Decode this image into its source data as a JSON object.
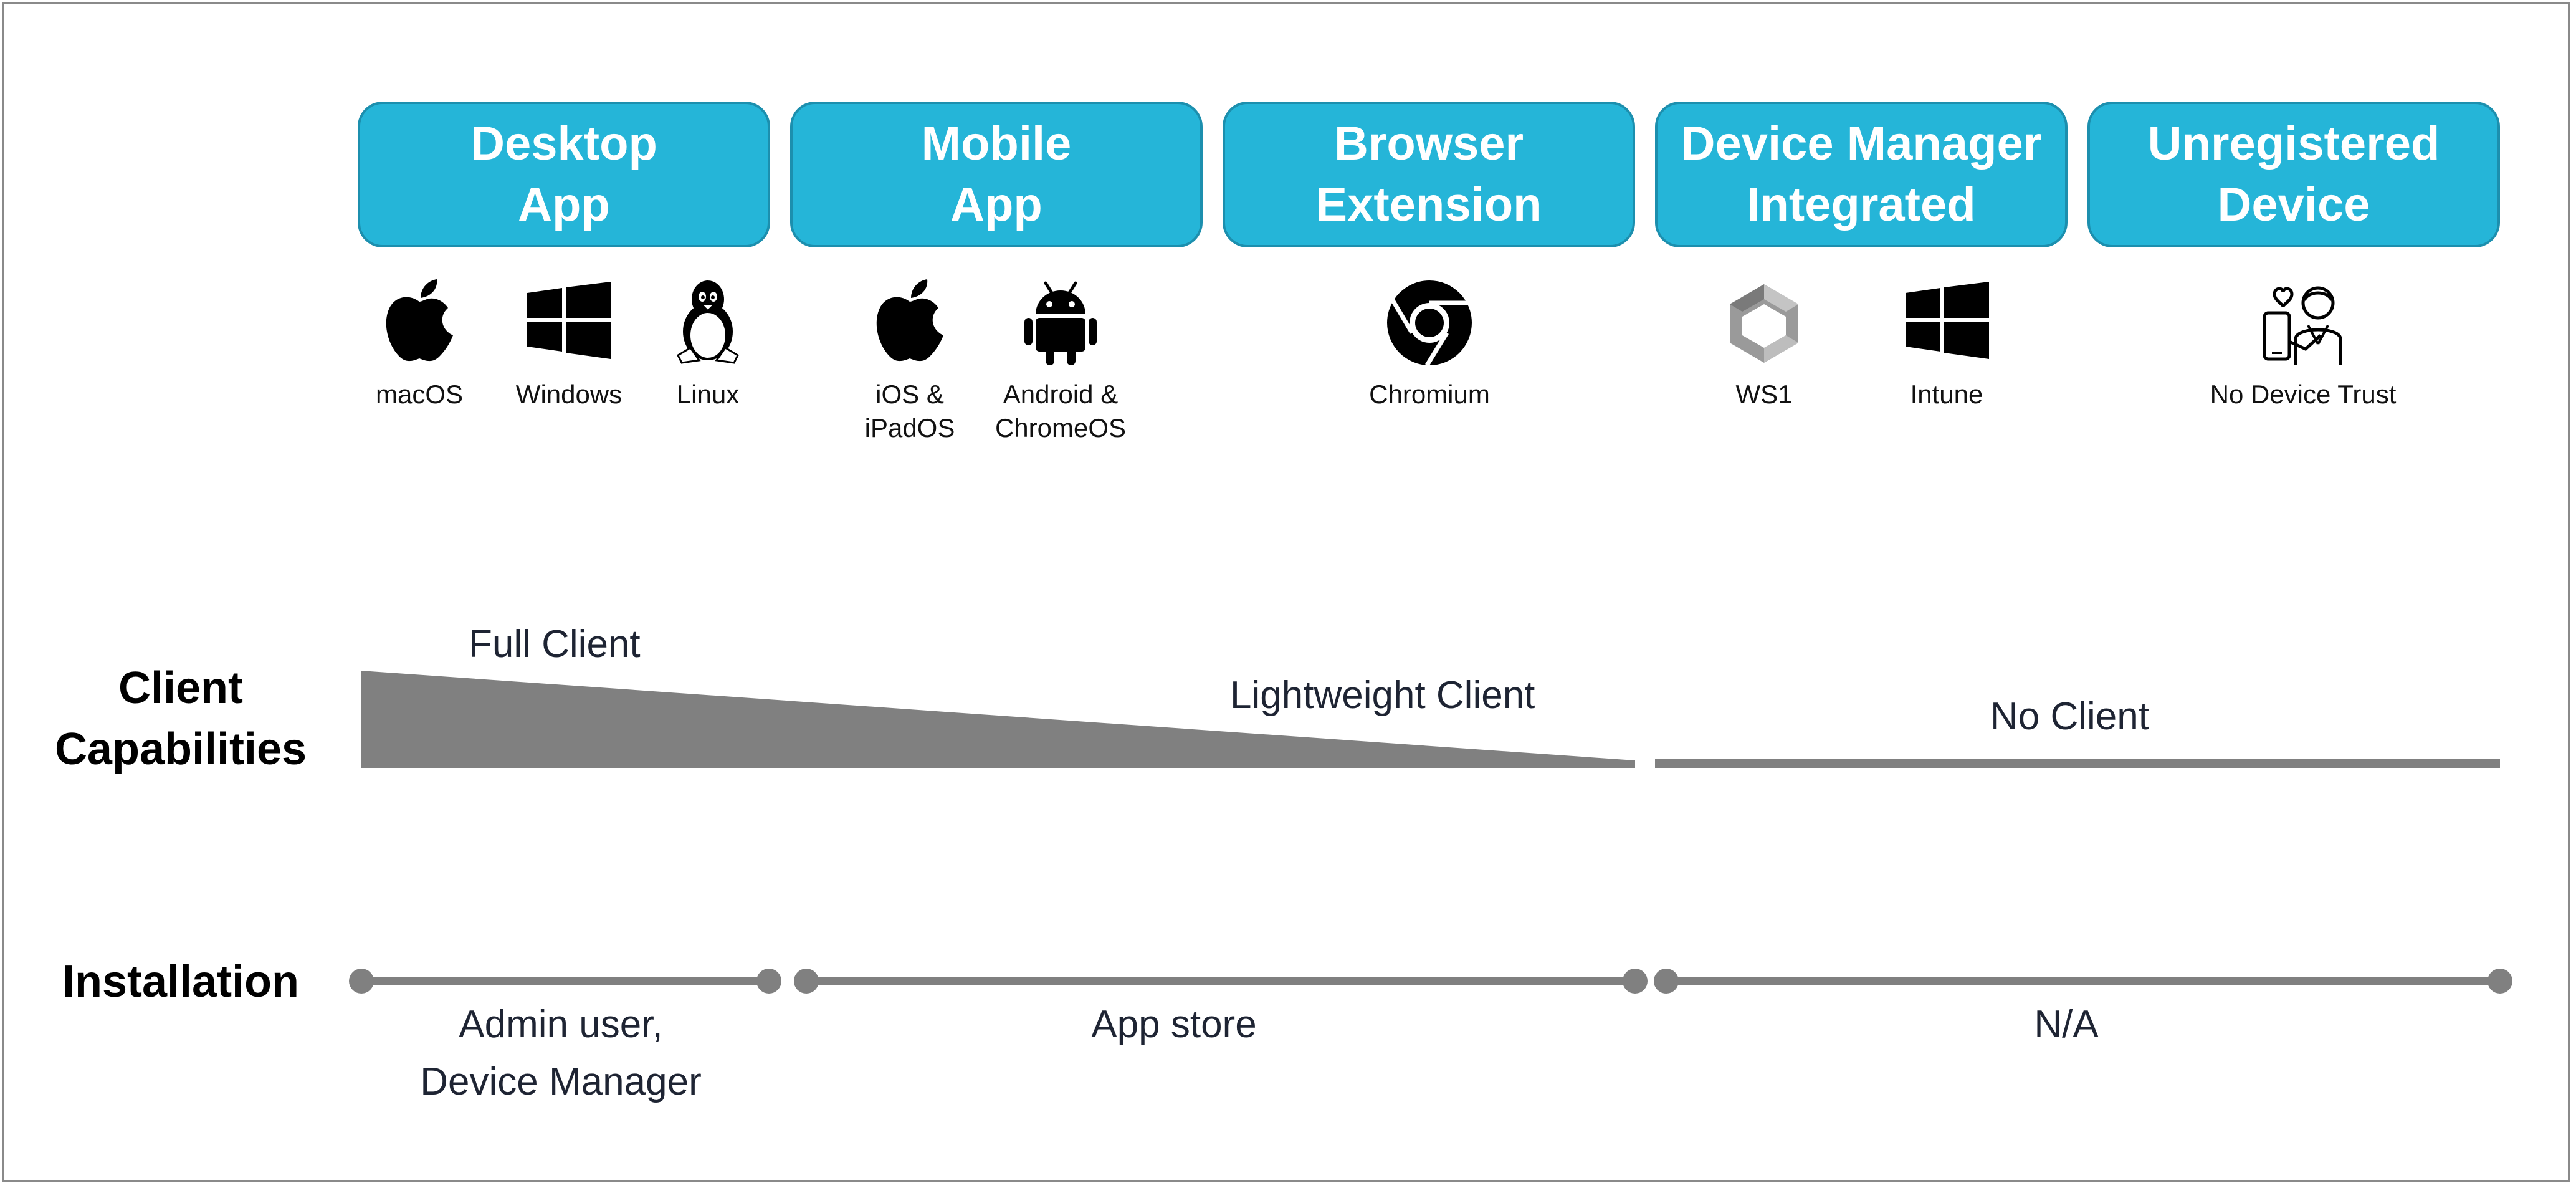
{
  "categories": [
    {
      "line1": "Desktop",
      "line2": "App"
    },
    {
      "line1": "Mobile",
      "line2": "App"
    },
    {
      "line1": "Browser",
      "line2": "Extension"
    },
    {
      "line1": "Device Manager",
      "line2": "Integrated"
    },
    {
      "line1": "Unregistered",
      "line2": "Device"
    }
  ],
  "platforms": {
    "macos": "macOS",
    "windows": "Windows",
    "linux": "Linux",
    "ios_l1": "iOS &",
    "ios_l2": "iPadOS",
    "android_l1": "Android &",
    "android_l2": "ChromeOS",
    "chromium": "Chromium",
    "ws1": "WS1",
    "intune": "Intune",
    "no_trust": "No Device Trust"
  },
  "icons": [
    "apple-icon",
    "windows-icon",
    "linux-tux-icon",
    "apple-icon",
    "android-icon",
    "chrome-icon",
    "ws1-icon",
    "windows-icon",
    "person-device-icon"
  ],
  "client_capabilities": {
    "heading_l1": "Client",
    "heading_l2": "Capabilities",
    "full": "Full Client",
    "lightweight": "Lightweight Client",
    "none": "No Client"
  },
  "installation": {
    "heading": "Installation",
    "desktop_l1": "Admin user,",
    "desktop_l2": "Device Manager",
    "mobile_browser": "App store",
    "other": "N/A"
  },
  "colors": {
    "header_fill": "#25b5d8",
    "header_border": "#1c8fae",
    "gray": "#808080",
    "frame": "#8a8a8a"
  }
}
